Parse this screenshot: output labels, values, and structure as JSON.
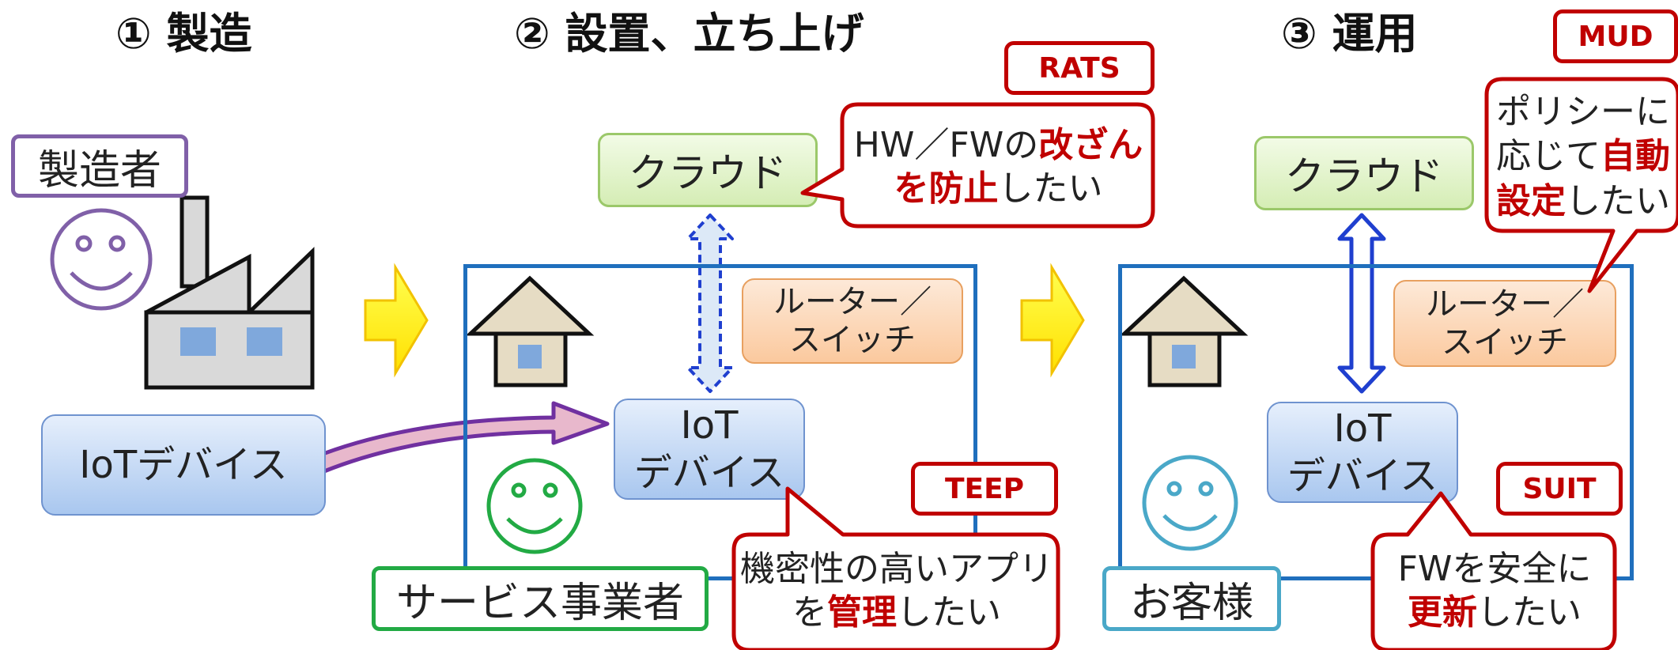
{
  "stages": [
    {
      "title": "① 製造"
    },
    {
      "title": "② 設置、立ち上げ"
    },
    {
      "title": "③ 運用"
    }
  ],
  "roles": {
    "manufacturer": "製造者",
    "service_provider": "サービス事業者",
    "customer": "お客様"
  },
  "devices": {
    "factory_device": "IoTデバイス",
    "iot_device_line1": "IoT",
    "iot_device_line2": "デバイス"
  },
  "cloud_label": "クラウド",
  "router": {
    "line1": "ルーター／",
    "line2": "スイッチ"
  },
  "tags": {
    "rats": "RATS",
    "teep": "TEEP",
    "mud": "MUD",
    "suit": "SUIT"
  },
  "callouts": {
    "rats": {
      "a": "HW／FWの",
      "b": "改ざん",
      "c": "を防止",
      "d": "したい"
    },
    "teep": {
      "line1": "機密性の高いアプリ",
      "a": "を",
      "b": "管理",
      "c": "したい"
    },
    "mud": {
      "line1": "ポリシーに",
      "a": "応じて",
      "b": "自動",
      "c": "設定",
      "d": "したい"
    },
    "suit": {
      "line1": "FWを安全に",
      "a": "更新",
      "b": "したい"
    }
  },
  "colors": {
    "tag_red": "#c00000",
    "frame_blue": "#1f6fbd",
    "manufacturer_purple": "#8060a8",
    "service_green": "#22aa44",
    "customer_teal": "#4aa8c8",
    "stage_arrow_yellow": "#ffee00",
    "install_arrow_pink": "#e8b8cc"
  },
  "icons": [
    "smiley-icon",
    "factory-icon",
    "house-icon",
    "stage-arrow-icon"
  ]
}
